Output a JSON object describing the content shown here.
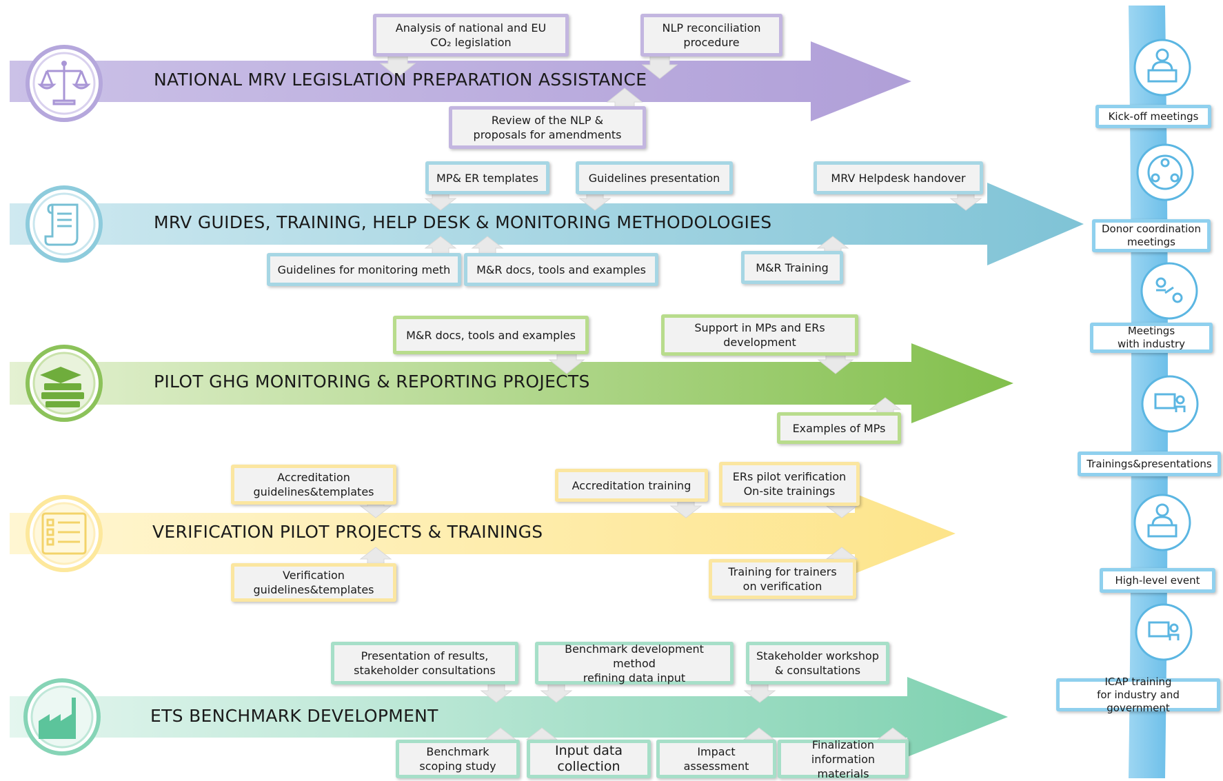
{
  "colors": {
    "legislation": "#b5a7dc",
    "guides": "#8dcbdc",
    "pilot": "#8cc25a",
    "verification": "#fde89c",
    "benchmark": "#86d4b6",
    "side_band": "#7cc6ec"
  },
  "icons": {
    "legislation": "scales-of-justice-icon",
    "guides": "scroll-document-icon",
    "pilot": "graduation-cap-stack-icon",
    "verification": "checklist-icon",
    "benchmark": "factory-icon",
    "side": [
      "speaker-at-podium-icon",
      "group-circle-icon",
      "people-exchange-icon",
      "presenter-at-screen-icon",
      "speaker-at-podium-icon",
      "presenter-at-screen-icon"
    ]
  },
  "streams": [
    {
      "title": "NATIONAL MRV LEGISLATION PREPARATION ASSISTANCE",
      "boxes": [
        "Analysis of national and EU\nCO₂ legislation",
        "NLP reconciliation\nprocedure",
        "Review of the NLP &\nproposals for amendments"
      ]
    },
    {
      "title": "MRV GUIDES, TRAINING, HELP DESK & MONITORING METHODOLOGIES",
      "boxes": [
        "MP& ER templates",
        "Guidelines presentation",
        "MRV Helpdesk handover",
        "Guidelines for monitoring meth",
        "M&R docs, tools and examples",
        "M&R Training"
      ]
    },
    {
      "title": "PILOT GHG MONITORING & REPORTING PROJECTS",
      "boxes": [
        "M&R docs, tools and examples",
        "Support in MPs and ERs\ndevelopment",
        "Examples of MPs"
      ]
    },
    {
      "title": "VERIFICATION PILOT PROJECTS & TRAININGS",
      "boxes": [
        "Accreditation\nguidelines&templates",
        "Accreditation training",
        "ERs pilot verification\nOn-site trainings",
        "Verification\nguidelines&templates",
        "Training for trainers\non verification"
      ]
    },
    {
      "title": "ETS BENCHMARK DEVELOPMENT",
      "boxes": [
        "Presentation of results,\nstakeholder consultations",
        "Benchmark development method\nrefining data input",
        "Stakeholder workshop\n& consultations",
        "Benchmark\nscoping study",
        "Input data\ncollection",
        "Impact\nassessment",
        "Finalization\ninformation materials"
      ]
    }
  ],
  "side_items": [
    "Kick-off meetings",
    "Donor coordination\nmeetings",
    "Meetings\nwith industry",
    "Trainings&presentations",
    "High-level event",
    "ICAP training\nfor industry and government"
  ]
}
